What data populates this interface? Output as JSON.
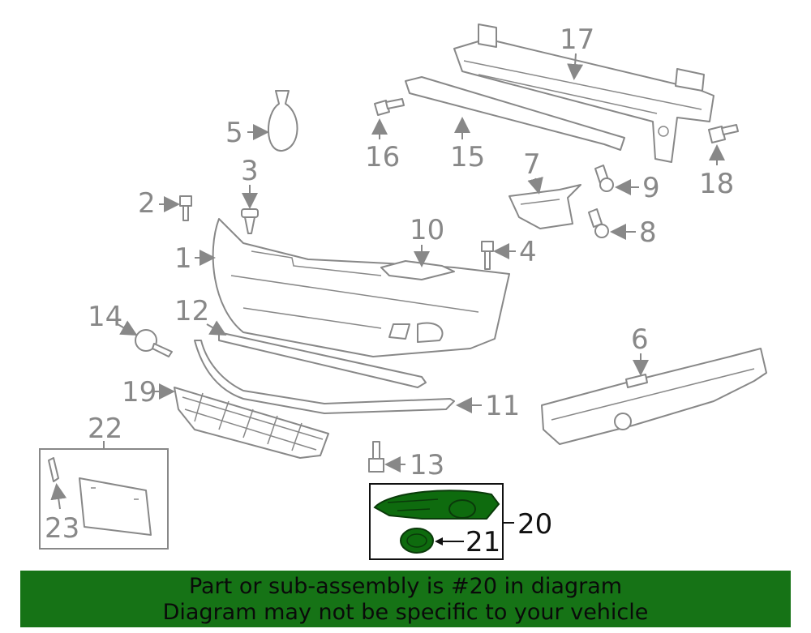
{
  "callouts": {
    "c1": "1",
    "c2": "2",
    "c3": "3",
    "c4": "4",
    "c5": "5",
    "c6": "6",
    "c7": "7",
    "c8": "8",
    "c9": "9",
    "c10": "10",
    "c11": "11",
    "c12": "12",
    "c13": "13",
    "c14": "14",
    "c15": "15",
    "c16": "16",
    "c17": "17",
    "c18": "18",
    "c19": "19",
    "c20": "20",
    "c21": "21",
    "c22": "22",
    "c23": "23"
  },
  "highlight_color": "#0e6b0e",
  "banner": {
    "line1": "Part or sub-assembly is #20 in diagram",
    "line2": "Diagram may not be specific to your vehicle",
    "background": "#167316"
  }
}
